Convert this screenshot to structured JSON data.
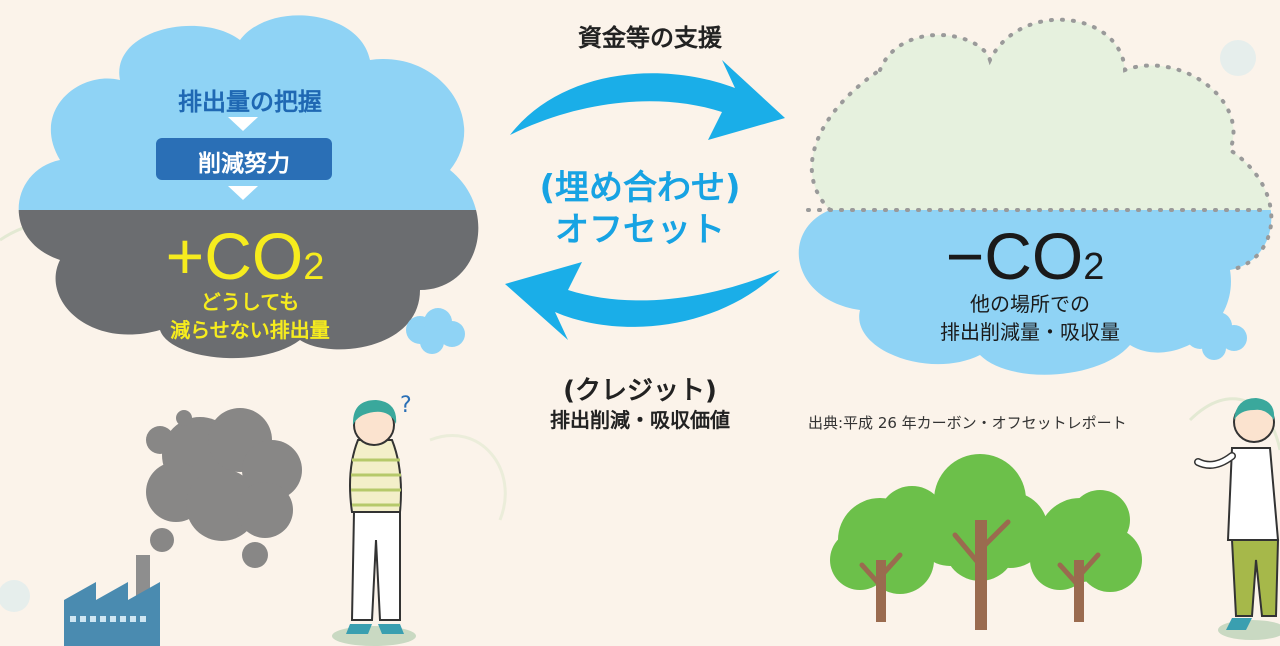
{
  "top_arrow_label": "資金等の支援",
  "center_label": {
    "line1": "(埋め合わせ)",
    "line2": "オフセット"
  },
  "bottom_arrow_label": {
    "line1": "(クレジット)",
    "line2": "排出削減・吸収価値"
  },
  "left_cloud": {
    "step1": "排出量の把握",
    "step2": "削減努力",
    "co2_sign": "+CO",
    "co2_sub": "2",
    "desc_line1": "どうしても",
    "desc_line2": "減らせない排出量"
  },
  "right_cloud": {
    "co2_sign": "−CO",
    "co2_sub": "2",
    "desc_line1": "他の場所での",
    "desc_line2": "排出削減量・吸収量"
  },
  "source": "出典:平成 26 年カーボン・オフセットレポート",
  "colors": {
    "background": "#fbf3ea",
    "cloud_blue": "#8fd3f5",
    "cloud_gray": "#6b6d70",
    "arrow_blue": "#1aaee8",
    "dotted_cloud_fill": "#e6f1de",
    "dotted_cloud_stroke": "#9a9a9a",
    "step_box": "#2a6fb6",
    "co2_yellow": "#f6ec1e",
    "tree_green": "#6cc04a",
    "tree_trunk": "#9a6b4f",
    "factory": "#4a8bb0"
  }
}
